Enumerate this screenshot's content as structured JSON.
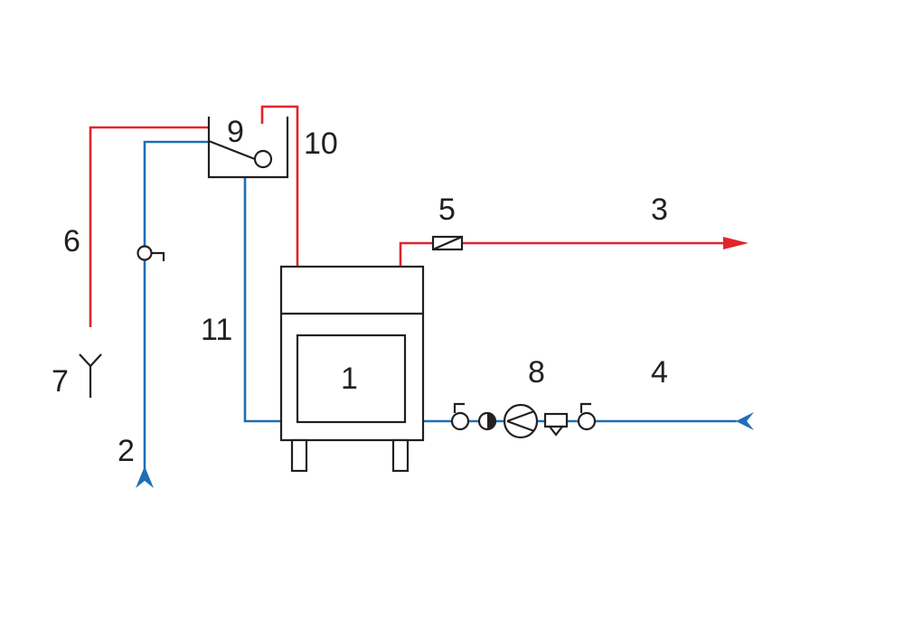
{
  "labels": {
    "boiler": "1",
    "cold_inlet": "2",
    "supply": "3",
    "return": "4",
    "check_valve": "5",
    "vent_pipe": "6",
    "vent_outlet": "7",
    "pump_group": "8",
    "expansion_tank": "9",
    "safety_pipe": "10",
    "circulation_pipe": "11"
  },
  "colors": {
    "hot": "#e2232b",
    "cold": "#1f6db5",
    "outline": "#231f20"
  },
  "icons": {
    "supply_arrow": "arrow-right-icon",
    "return_arrow": "arrow-left-icon",
    "inlet_arrow": "arrow-up-icon",
    "pump": "circulation-pump-icon",
    "valve": "shutoff-valve-icon",
    "filter": "strainer-icon",
    "gauge": "gauge-icon",
    "vent": "vent-outlet-icon"
  }
}
